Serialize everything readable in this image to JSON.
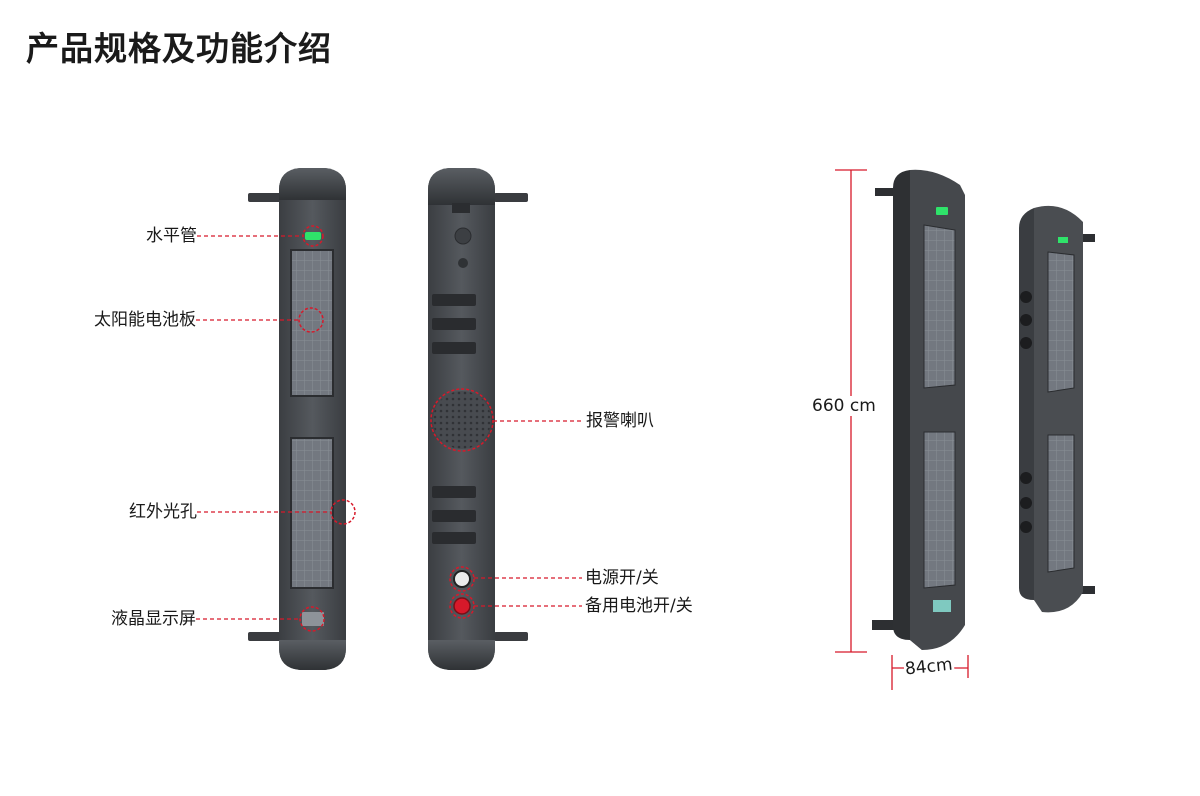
{
  "page": {
    "title": "产品规格及功能介绍"
  },
  "front_view": {
    "callouts": [
      {
        "id": "level",
        "label": "水平管"
      },
      {
        "id": "solar",
        "label": "太阳能电池板"
      },
      {
        "id": "ir",
        "label": "红外光孔"
      },
      {
        "id": "lcd",
        "label": "液晶显示屏"
      }
    ]
  },
  "back_view": {
    "callouts": [
      {
        "id": "speaker",
        "label": "报警喇叭"
      },
      {
        "id": "power",
        "label": "电源开/关"
      },
      {
        "id": "battery",
        "label": "备用电池开/关"
      }
    ]
  },
  "dimensions": {
    "height": "660 cm",
    "width": "84cm"
  },
  "colors": {
    "body": "#4a4d51",
    "body_dark": "#2e3033",
    "solar": "#6d7177",
    "accent_red": "#d7192a",
    "level_green": "#2fe36a",
    "lcd": "#7fc9c0"
  }
}
